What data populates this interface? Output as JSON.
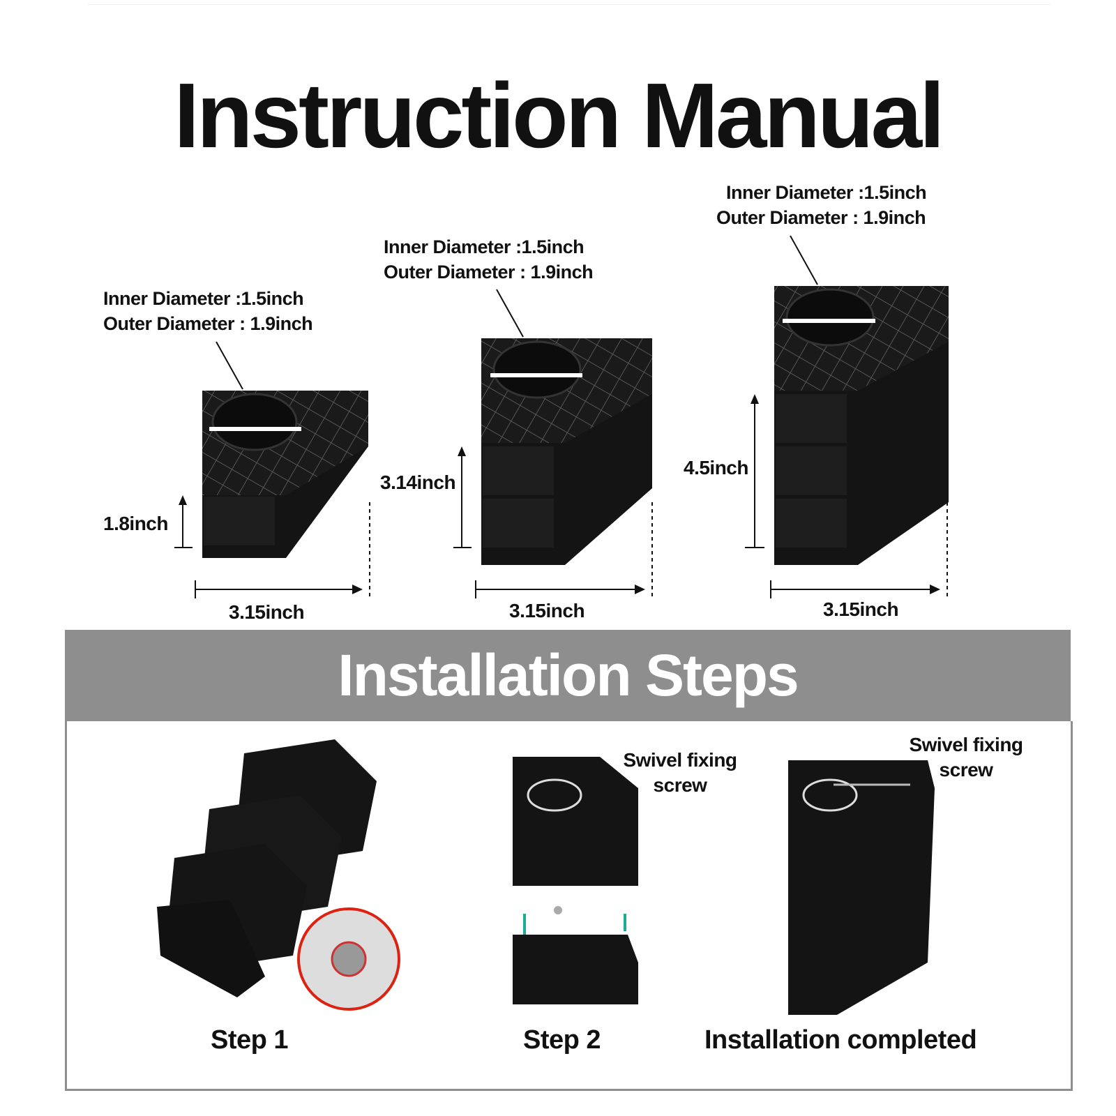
{
  "title": "Instruction Manual",
  "products": [
    {
      "inner": "Inner Diameter :1.5inch",
      "outer": "Outer Diameter : 1.9inch",
      "height": "1.8inch",
      "width": "3.15inch"
    },
    {
      "inner": "Inner Diameter :1.5inch",
      "outer": "Outer Diameter : 1.9inch",
      "height": "3.14inch",
      "width": "3.15inch"
    },
    {
      "inner": "Inner Diameter :1.5inch",
      "outer": "Outer Diameter : 1.9inch",
      "height": "4.5inch",
      "width": "3.15inch"
    }
  ],
  "installation": {
    "heading": "Installation Steps",
    "screw_label_1": "Swivel fixing",
    "screw_label_2": "screw",
    "steps": [
      "Step 1",
      "Step 2",
      "Installation completed"
    ]
  }
}
